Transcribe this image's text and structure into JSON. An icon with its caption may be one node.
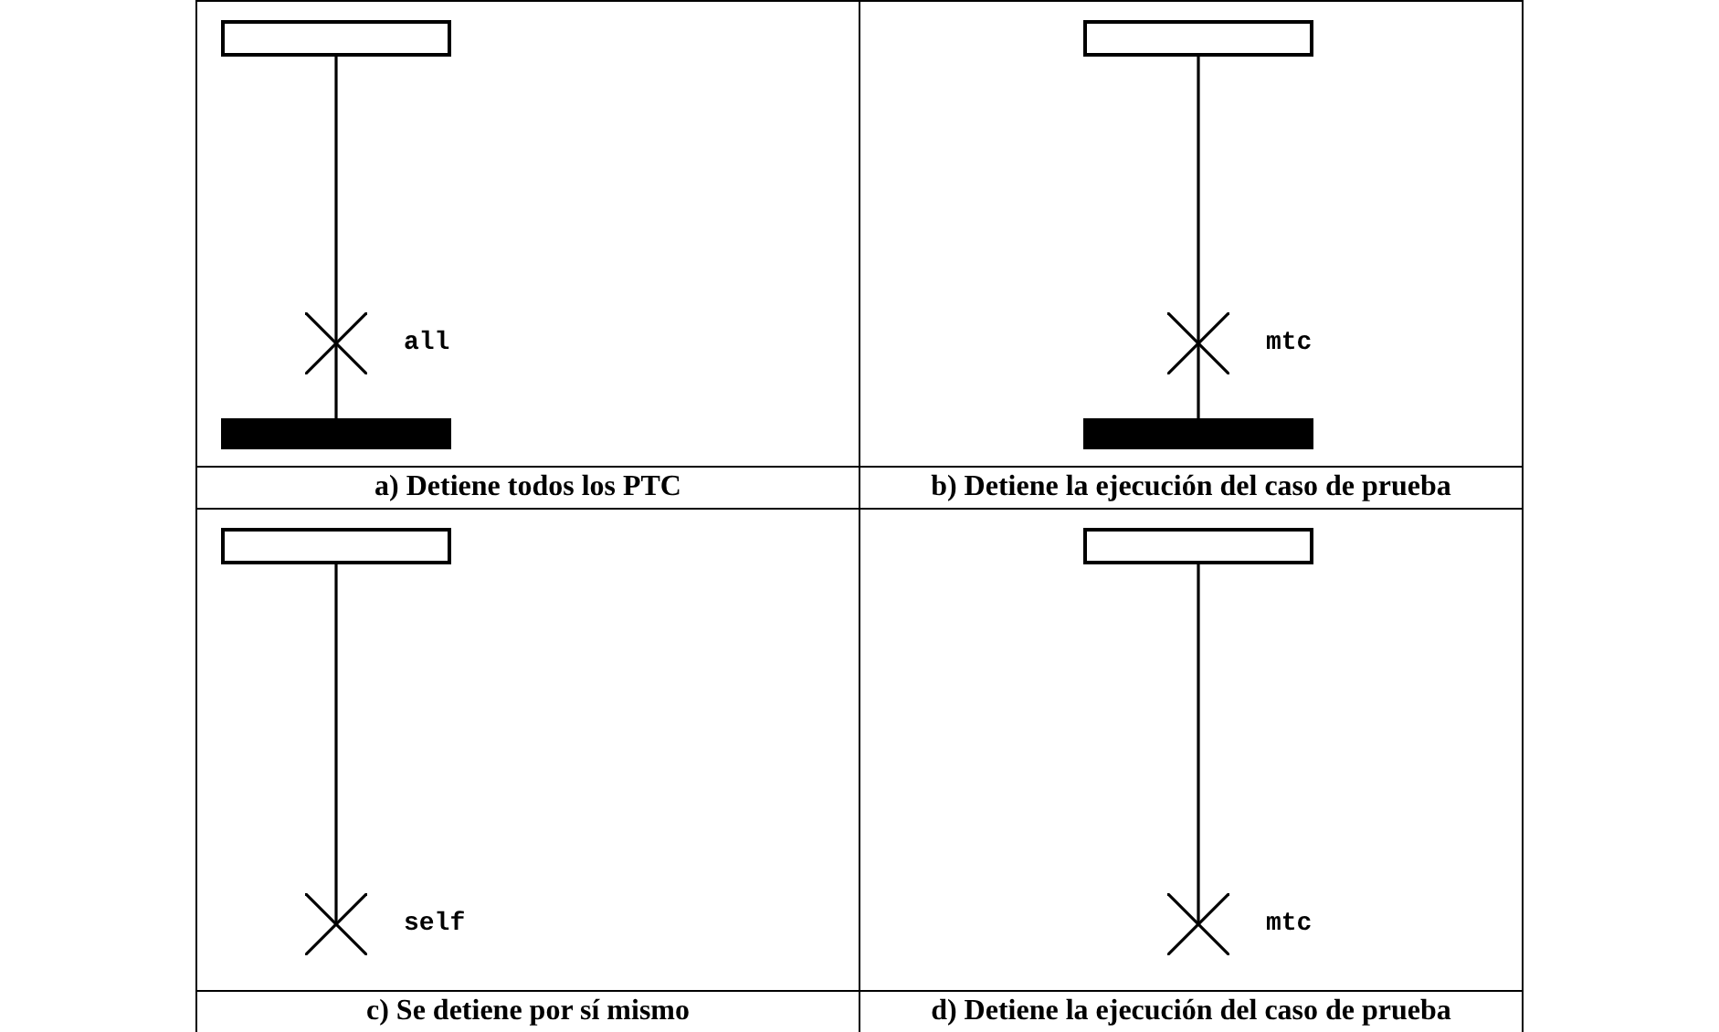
{
  "diagram": {
    "nodes": [
      {
        "text": [
          "a) Detiene todos los PTC"
        ]
      },
      {
        "text": [],
        "shape": "box",
        "in": 0
      },
      {
        "text": [],
        "shape": "cross",
        "beside": [
          "all"
        ],
        "in": 0
      },
      {
        "text": [],
        "shape": "bar",
        "in": 0
      },
      {
        "text": [
          "b) Detiene la ejecución del caso de prueba"
        ]
      },
      {
        "text": [],
        "shape": "box",
        "in": 4
      },
      {
        "text": [],
        "shape": "cross",
        "beside": [
          "mtc"
        ],
        "in": 4
      },
      {
        "text": [],
        "shape": "bar",
        "in": 4
      },
      {
        "text": [
          "c) Se detiene por sí mismo"
        ]
      },
      {
        "text": [],
        "shape": "box",
        "in": 8
      },
      {
        "text": [],
        "shape": "cross",
        "beside": [
          "self"
        ],
        "in": 8
      },
      {
        "text": [
          "d) Detiene la ejecución del caso de prueba"
        ]
      },
      {
        "text": [],
        "shape": "box",
        "in": 11
      },
      {
        "text": [],
        "shape": "cross",
        "beside": [
          "mtc"
        ],
        "in": 11
      }
    ],
    "edges": [
      {
        "from": 1,
        "to": 2,
        "arrow": "none"
      },
      {
        "from": 2,
        "to": 3,
        "arrow": "none"
      },
      {
        "from": 5,
        "to": 6,
        "arrow": "none"
      },
      {
        "from": 6,
        "to": 7,
        "arrow": "none"
      },
      {
        "from": 9,
        "to": 10,
        "arrow": "none"
      },
      {
        "from": 12,
        "to": 13,
        "arrow": "none"
      }
    ]
  }
}
